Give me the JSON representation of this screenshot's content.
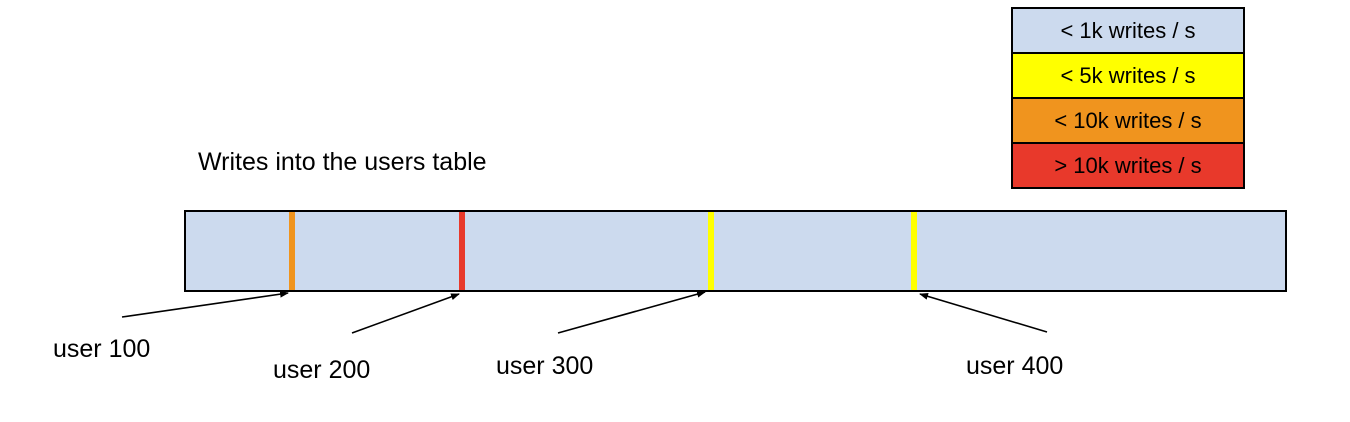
{
  "title": "Writes into the users table",
  "legend": {
    "items": [
      {
        "label": "< 1k writes / s",
        "color": "#ccdaee"
      },
      {
        "label": "< 5k writes / s",
        "color": "#ffff00"
      },
      {
        "label": "< 10k writes / s",
        "color": "#f0941e"
      },
      {
        "label": "> 10k writes / s",
        "color": "#e8392b"
      }
    ]
  },
  "table_bar": {
    "fill_color": "#ccdaee",
    "border_color": "#000000",
    "markers": [
      {
        "user": "user 100",
        "rate": "< 10k writes / s",
        "color": "#f0941e",
        "position": "9.6%"
      },
      {
        "user": "user 200",
        "rate": "> 10k writes / s",
        "color": "#e8392b",
        "position": "25.1%"
      },
      {
        "user": "user 300",
        "rate": "< 5k writes / s",
        "color": "#ffff00",
        "position": "47.8%"
      },
      {
        "user": "user 400",
        "rate": "< 5k writes / s",
        "color": "#ffff00",
        "position": "66.2%"
      }
    ]
  },
  "annotations": [
    {
      "text": "user 100"
    },
    {
      "text": "user 200"
    },
    {
      "text": "user 300"
    },
    {
      "text": "user 400"
    }
  ]
}
